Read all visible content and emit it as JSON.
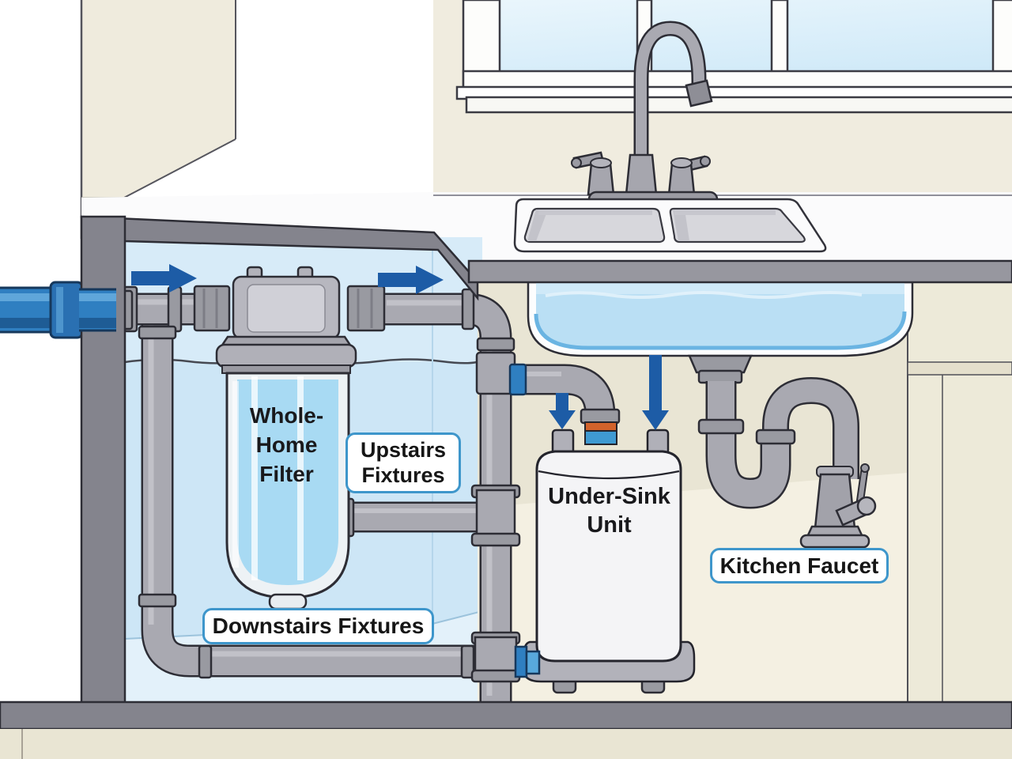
{
  "diagram": {
    "type": "home-water-filtration-plumbing-diagram",
    "labels": {
      "whole_home_filter": {
        "line1": "Whole-",
        "line2": "Home",
        "line3": "Filter"
      },
      "upstairs_fixtures": {
        "line1": "Upstairs",
        "line2": "Fixtures"
      },
      "downstairs_fixtures": {
        "text": "Downstairs Fixtures"
      },
      "under_sink_unit": {
        "line1": "Under-Sink",
        "line2": "Unit"
      },
      "kitchen_faucet": {
        "text": "Kitchen Faucet"
      }
    },
    "flow_arrows": [
      {
        "id": "main-inlet-arrow",
        "direction": "right"
      },
      {
        "id": "filtered-line-arrow",
        "direction": "right"
      },
      {
        "id": "under-sink-left-arrow",
        "direction": "down"
      },
      {
        "id": "under-sink-right-arrow",
        "direction": "down"
      }
    ],
    "colors": {
      "arrow_blue": "#1d5ca6",
      "label_border_blue": "#3e96cb",
      "main_line_blue": "#2f7fc1",
      "pipe_gray": "#a9a9b1",
      "fitting_gray": "#999aa1",
      "frame_gray": "#84848d",
      "counter_edge_gray": "#97979f",
      "basement_blue": "#cde6f6",
      "filter_water_blue": "#a8daf3",
      "sink_water_blue": "#badff4",
      "window_glass_blue": "#d9edf8",
      "wall_cream": "#f0ecdf",
      "cabinet_cream": "#edead9",
      "orange_ring": "#d2622b",
      "blue_ring": "#3f9ad2"
    }
  }
}
